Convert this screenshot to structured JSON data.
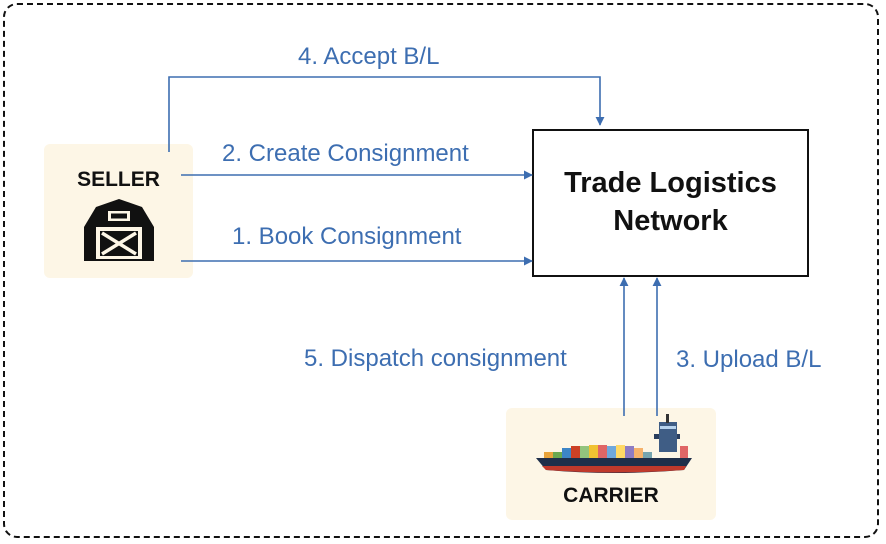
{
  "diagram": {
    "nodes": {
      "seller": {
        "label": "SELLER",
        "icon": "barn-icon"
      },
      "carrier": {
        "label": "CARRIER",
        "icon": "cargo-ship-icon"
      },
      "network": {
        "label_line1": "Trade Logistics",
        "label_line2": "Network"
      }
    },
    "edges": [
      {
        "id": "accept_bl",
        "label": "4. Accept B/L",
        "from": "seller",
        "to": "network"
      },
      {
        "id": "create_consignment",
        "label": "2. Create Consignment",
        "from": "seller",
        "to": "network"
      },
      {
        "id": "book_consignment",
        "label": "1. Book Consignment",
        "from": "seller",
        "to": "network"
      },
      {
        "id": "dispatch_consignment",
        "label": "5. Dispatch consignment",
        "from": "carrier",
        "to": "network"
      },
      {
        "id": "upload_bl",
        "label": "3. Upload B/L",
        "from": "carrier",
        "to": "network"
      }
    ],
    "colors": {
      "arrow": "#3d6eb1",
      "card": "#fdf6e6",
      "stroke": "#111111"
    }
  }
}
